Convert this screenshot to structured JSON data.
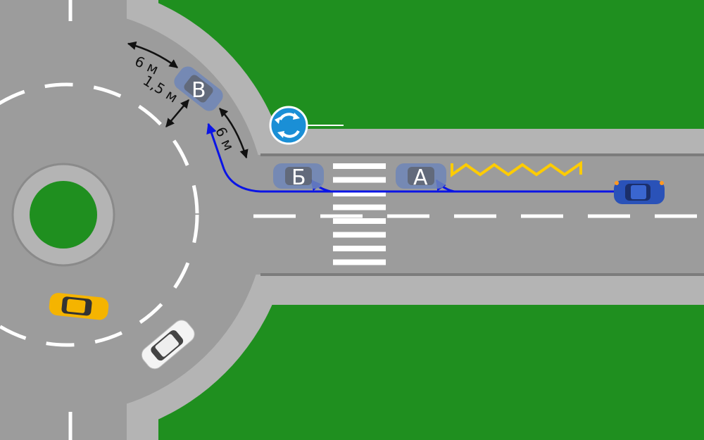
{
  "colors": {
    "grass": "#1f8f1f",
    "sidewalk": "#b4b4b4",
    "road": "#9c9c9c",
    "path": "#0a14e6",
    "zigzag": "#ffcc00",
    "sign": "#1a8fd6"
  },
  "labels": {
    "car_a": "А",
    "car_b": "Б",
    "car_v": "В"
  },
  "dimensions": {
    "before_v": "6 м",
    "offset_v": "1,5 м",
    "after_v": "6 м"
  },
  "sign": {
    "icon": "roundabout-sign-icon"
  }
}
